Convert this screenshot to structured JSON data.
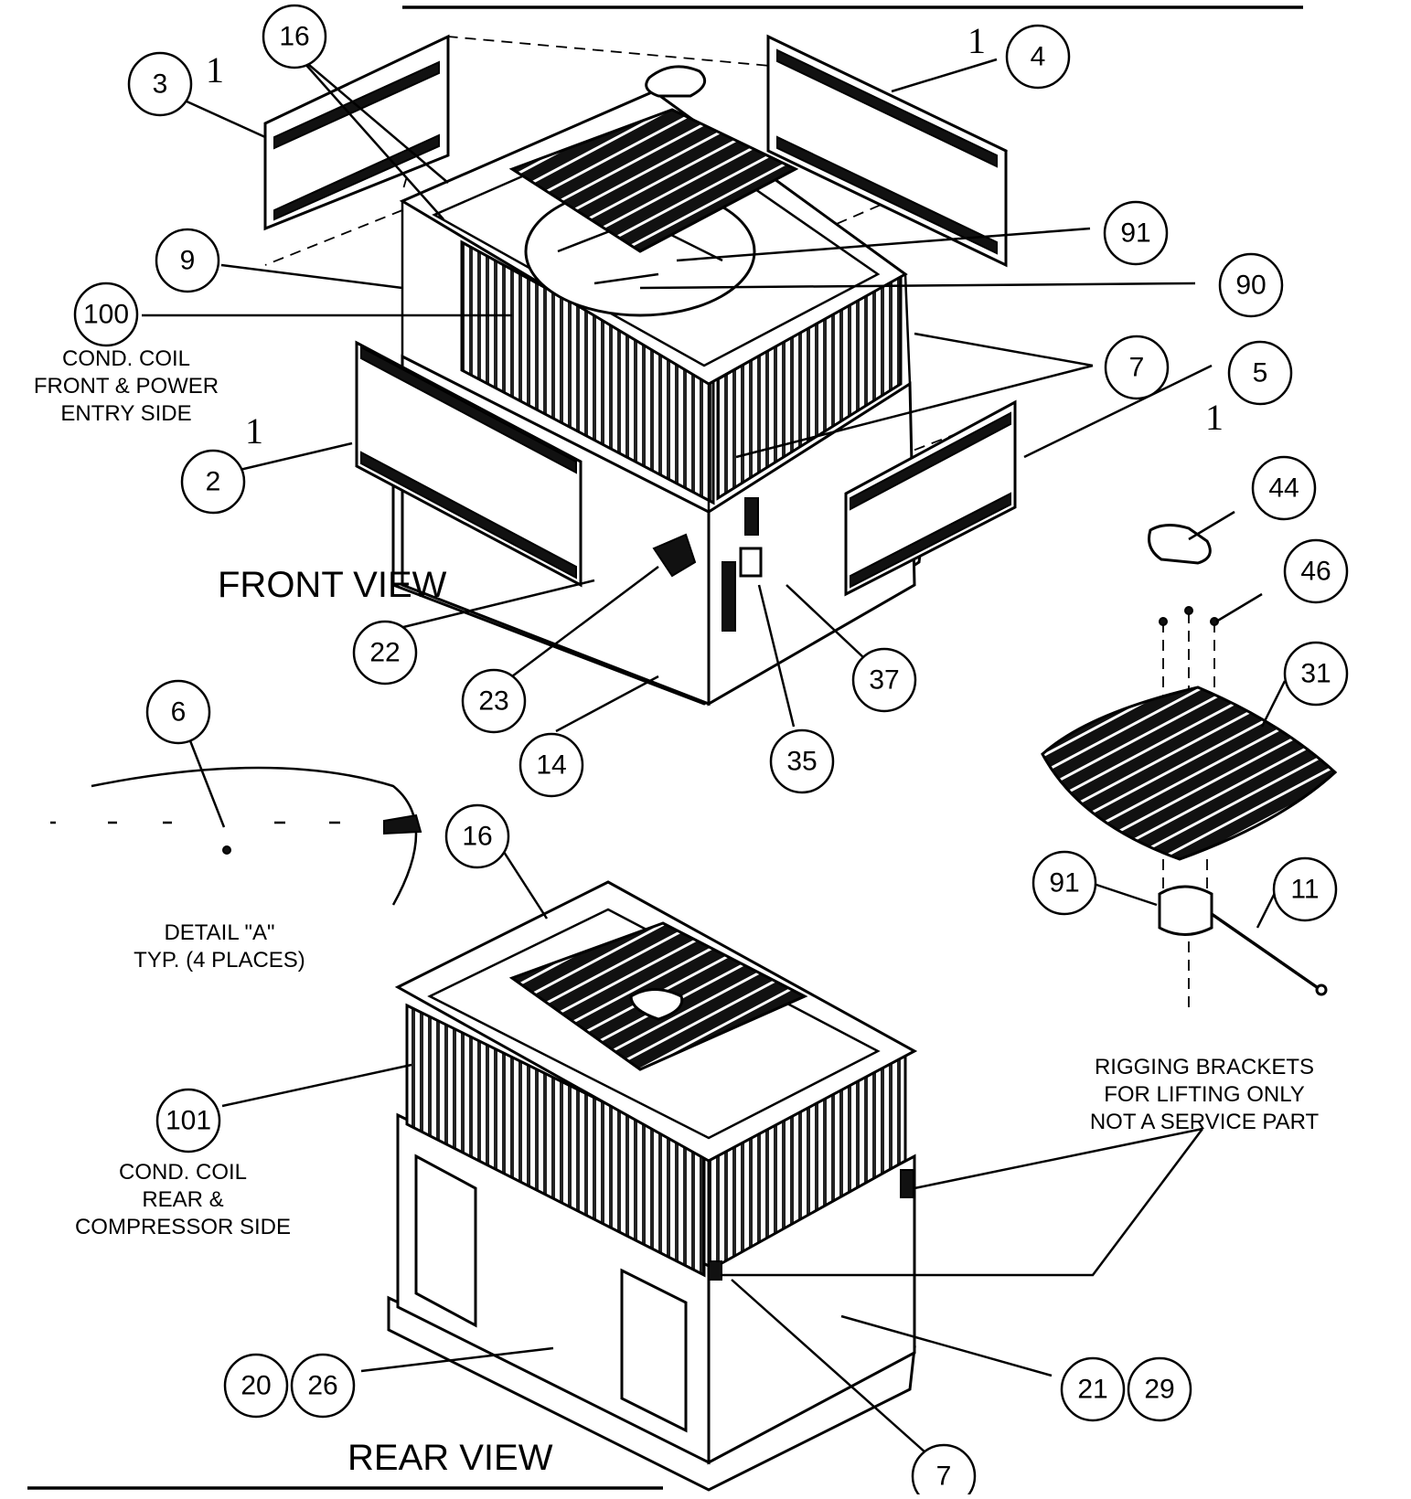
{
  "views": {
    "front": "FRONT VIEW",
    "rear": "REAR VIEW"
  },
  "notes": {
    "cond_coil_front": [
      "COND. COIL",
      "FRONT & POWER",
      "ENTRY SIDE"
    ],
    "cond_coil_rear": [
      "COND. COIL",
      "REAR &",
      "COMPRESSOR SIDE"
    ],
    "detail_a": [
      "DETAIL \"A\"",
      "TYP. (4 PLACES)"
    ],
    "rigging": [
      "RIGGING BRACKETS",
      "FOR LIFTING ONLY",
      "NOT A SERVICE PART"
    ]
  },
  "markers": [
    "1",
    "1",
    "1",
    "1"
  ],
  "callouts": [
    "3",
    "16",
    "4",
    "9",
    "100",
    "91",
    "90",
    "7",
    "5",
    "2",
    "22",
    "23",
    "14",
    "35",
    "37",
    "44",
    "46",
    "31",
    "6",
    "16",
    "91",
    "11",
    "101",
    "20",
    "26",
    "21",
    "29",
    "7"
  ]
}
